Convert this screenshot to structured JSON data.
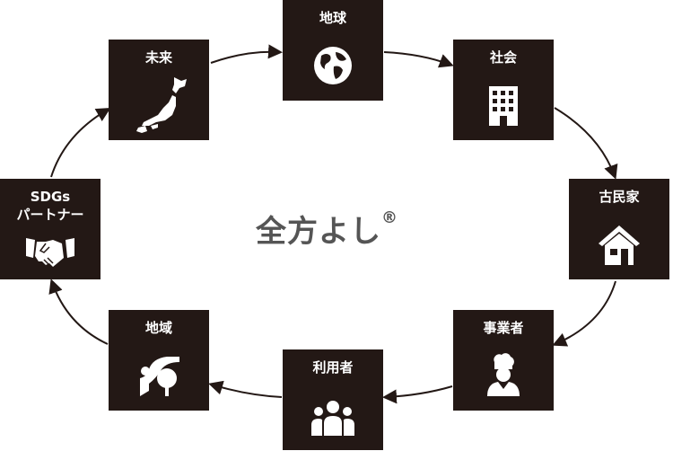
{
  "title": "全方よし",
  "title_mark": "®",
  "nodes": [
    {
      "label": "地球",
      "icon": "globe-icon"
    },
    {
      "label": "社会",
      "icon": "building-icon"
    },
    {
      "label": "古民家",
      "icon": "house-icon"
    },
    {
      "label": "事業者",
      "icon": "chef-icon"
    },
    {
      "label": "利用者",
      "icon": "users-icon"
    },
    {
      "label": "地域",
      "icon": "landscape-tree-icon"
    },
    {
      "label_line1": "SDGs",
      "label_line2": "パートナー",
      "icon": "handshake-icon"
    },
    {
      "label": "未来",
      "icon": "japan-map-icon"
    }
  ]
}
